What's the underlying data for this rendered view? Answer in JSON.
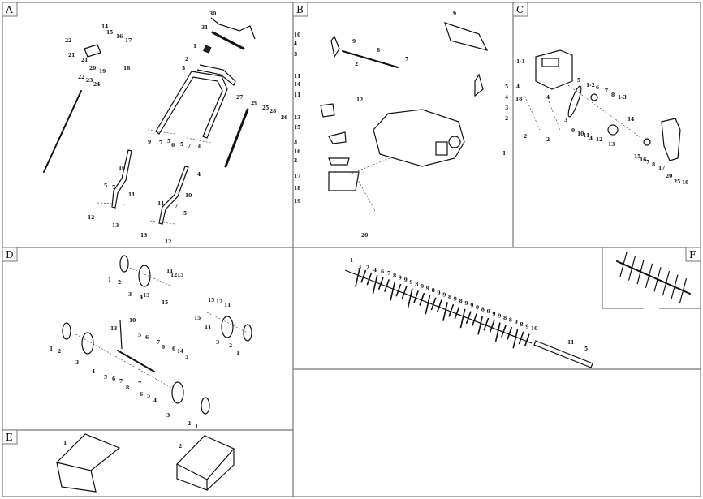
{
  "panels": {
    "A": {
      "tag": "A",
      "callouts": [
        "30",
        "31",
        "1",
        "2",
        "3",
        "14",
        "15",
        "16",
        "17",
        "22",
        "21",
        "21",
        "20",
        "19",
        "18",
        "22",
        "23",
        "24",
        "27",
        "29",
        "25",
        "28",
        "26",
        "9",
        "5",
        "7",
        "6",
        "5",
        "7",
        "6",
        "10",
        "11",
        "12",
        "13",
        "5",
        "7",
        "4",
        "10",
        "11",
        "7",
        "5",
        "13",
        "12"
      ]
    },
    "B": {
      "tag": "B",
      "callouts": [
        "6",
        "10",
        "4",
        "3",
        "9",
        "8",
        "2",
        "7",
        "5",
        "4",
        "3",
        "2",
        "11",
        "14",
        "11",
        "12",
        "13",
        "15",
        "1",
        "3",
        "16",
        "2",
        "17",
        "18",
        "19",
        "20"
      ]
    },
    "C": {
      "tag": "C",
      "callouts": [
        "1-1",
        "5",
        "1-2",
        "6",
        "7",
        "8",
        "1-3",
        "4",
        "18",
        "2",
        "4",
        "3",
        "2",
        "9",
        "10",
        "11",
        "4",
        "12",
        "13",
        "14",
        "15",
        "16",
        "7",
        "8",
        "17",
        "20",
        "25",
        "19"
      ]
    },
    "D": {
      "tag": "D",
      "callouts": [
        "1",
        "2",
        "3",
        "4",
        "13",
        "11",
        "12",
        "15",
        "15",
        "10",
        "13",
        "15",
        "12",
        "11",
        "15",
        "11",
        "3",
        "2",
        "1",
        "1",
        "2",
        "3",
        "4",
        "5",
        "6",
        "7",
        "9",
        "6",
        "14",
        "5",
        "5",
        "6",
        "7",
        "8",
        "7",
        "6",
        "5",
        "4",
        "3",
        "2",
        "1"
      ]
    },
    "E": {
      "tag": "E",
      "callouts": [
        "1",
        "2"
      ]
    },
    "F": {
      "tag": "F",
      "callouts": [
        "1",
        "3",
        "2",
        "4",
        "6",
        "7",
        "8",
        "9",
        "9",
        "9",
        "8",
        "9",
        "9",
        "8",
        "9",
        "9",
        "8",
        "9",
        "8",
        "9",
        "9",
        "9",
        "8",
        "9",
        "9",
        "9",
        "8",
        "8",
        "9",
        "8",
        "9",
        "10",
        "11",
        "5"
      ]
    }
  }
}
